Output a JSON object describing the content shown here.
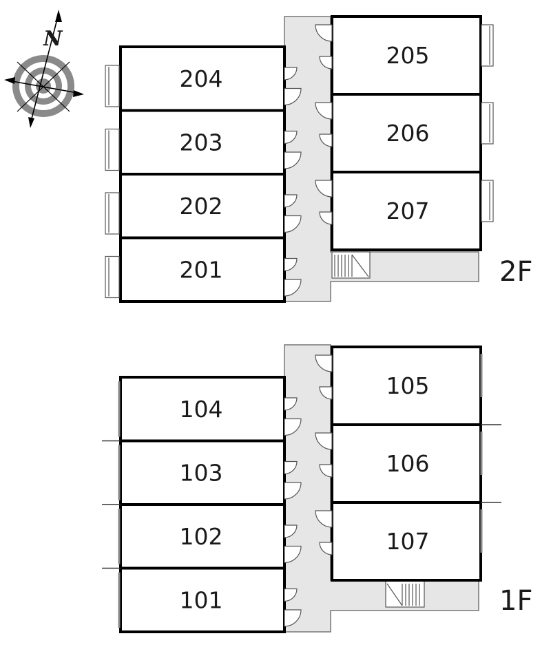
{
  "compass": {
    "label": "N"
  },
  "floors": [
    {
      "id": "2F",
      "label": "2F",
      "left_rooms": [
        "204",
        "203",
        "202",
        "201"
      ],
      "right_rooms": [
        "205",
        "206",
        "207"
      ]
    },
    {
      "id": "1F",
      "label": "1F",
      "left_rooms": [
        "104",
        "103",
        "102",
        "101"
      ],
      "right_rooms": [
        "105",
        "106",
        "107"
      ]
    }
  ]
}
